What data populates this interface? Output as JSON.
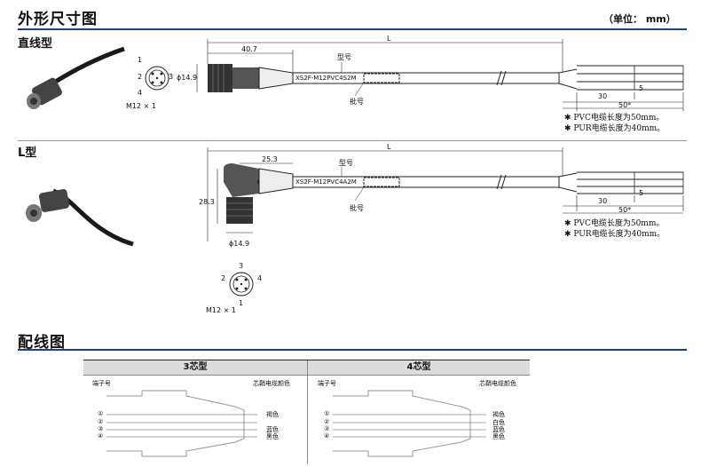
{
  "page_title": "外形尺寸图",
  "unit_label": "（单位： mm）",
  "straight": {
    "heading": "直线型",
    "pin_labels": [
      "1",
      "2",
      "3",
      "4"
    ],
    "thread": "M12 × 1",
    "dim_L": "L",
    "dim_length": "40.7",
    "dim_dia": "ϕ14.9",
    "model_label": "型号",
    "model_text": "XS2F-M12PVC4S2M",
    "lot_label": "批号",
    "dim_30": "30",
    "dim_5": "5",
    "dim_50": "50*",
    "notes": [
      "✱ PVC电缆长度为50mm。",
      "✱ PUR电缆长度为40mm。"
    ]
  },
  "angled": {
    "heading": "L型",
    "dim_L": "L",
    "dim_length": "25.3",
    "dim_height": "28.3",
    "dim_dia": "ϕ14.9",
    "model_label": "型号",
    "model_text": "XS2F-M12PVC4A2M",
    "lot_label": "批号",
    "dim_30": "30",
    "dim_5": "5",
    "dim_50": "50*",
    "pin_labels": [
      "3",
      "2",
      "4",
      "1"
    ],
    "thread": "M12 × 1",
    "notes": [
      "✱ PVC电缆长度为50mm。",
      "✱ PUR电缆长度为40mm。"
    ]
  },
  "wiring": {
    "title": "配线图",
    "col1": {
      "header": "3芯型",
      "terminal_label": "端子号",
      "color_label": "芯鞘电缆颜色",
      "pins": [
        "①",
        "②",
        "③",
        "④"
      ],
      "colors": [
        "褐色",
        "蓝色",
        "黑色"
      ]
    },
    "col2": {
      "header": "4芯型",
      "terminal_label": "端子号",
      "color_label": "芯鞘电缆颜色",
      "pins": [
        "①",
        "②",
        "③",
        "④"
      ],
      "colors": [
        "褐色",
        "白色",
        "蓝色",
        "黑色"
      ]
    }
  },
  "colors": {
    "rule": "#1e3f91",
    "connector": "#3a3a3a",
    "cable": "#222222"
  }
}
